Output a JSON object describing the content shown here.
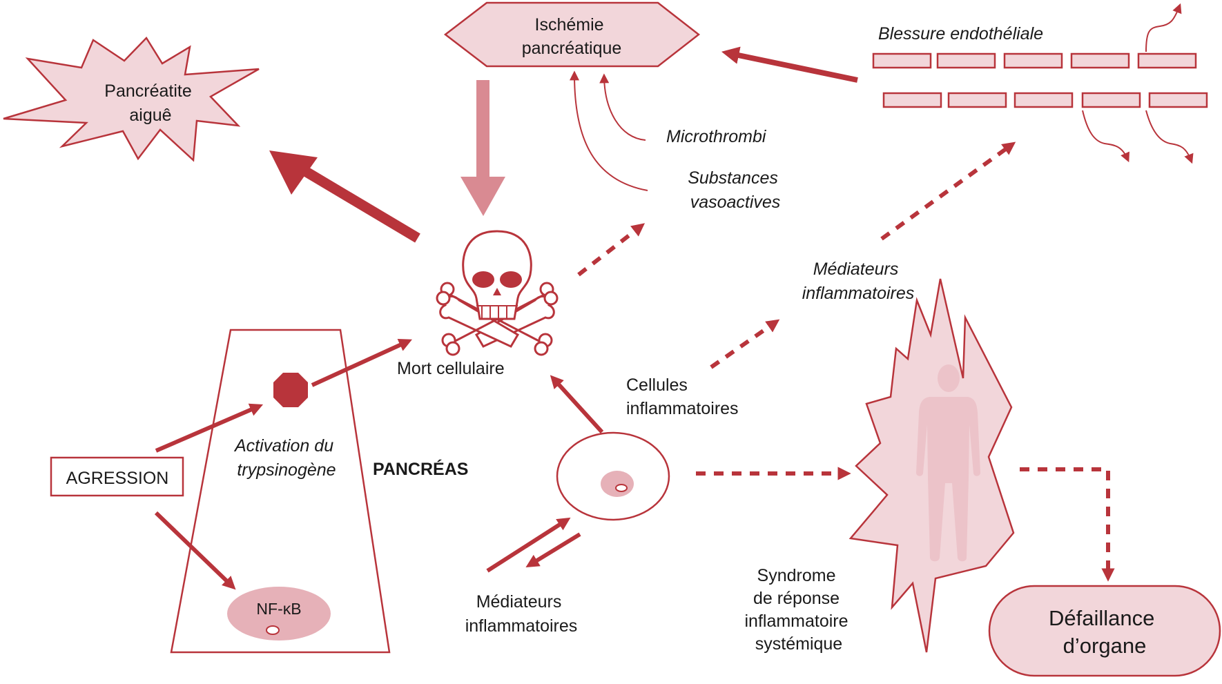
{
  "colors": {
    "accent": "#b8343b",
    "fill_light": "#f2d6da",
    "fill_medium": "#e6b1b8",
    "arrow_light": "#d98a92",
    "figure": "#ecc3c9",
    "text": "#1a1a1a"
  },
  "nodes": {
    "pancreatite": [
      "Pancréatite",
      "aiguê"
    ],
    "ischemie": [
      "Ischémie",
      "pancréatique"
    ],
    "blessure": "Blessure endothéliale",
    "microthrombi": "Microthrombi",
    "substances": [
      "Substances",
      "vasoactives"
    ],
    "mediateurs_top": [
      "Médiateurs",
      "inflammatoires"
    ],
    "mort": "Mort cellulaire",
    "cellules": [
      "Cellules",
      "inflammatoires"
    ],
    "activation": [
      "Activation du",
      "trypsinogène"
    ],
    "pancreas": "PANCRÉAS",
    "agression": "AGRESSION",
    "nfkb": "NF-κB",
    "mediateurs_bottom": [
      "Médiateurs",
      "inflammatoires"
    ],
    "sris": [
      "Syndrome",
      "de réponse",
      "inflammatoire",
      "systémique"
    ],
    "defaillance": [
      "Défaillance",
      "d’organe"
    ]
  },
  "icons": {
    "skull": "skull-crossbones-icon",
    "human": "human-figure-icon",
    "trypsin": "octagon-icon"
  }
}
